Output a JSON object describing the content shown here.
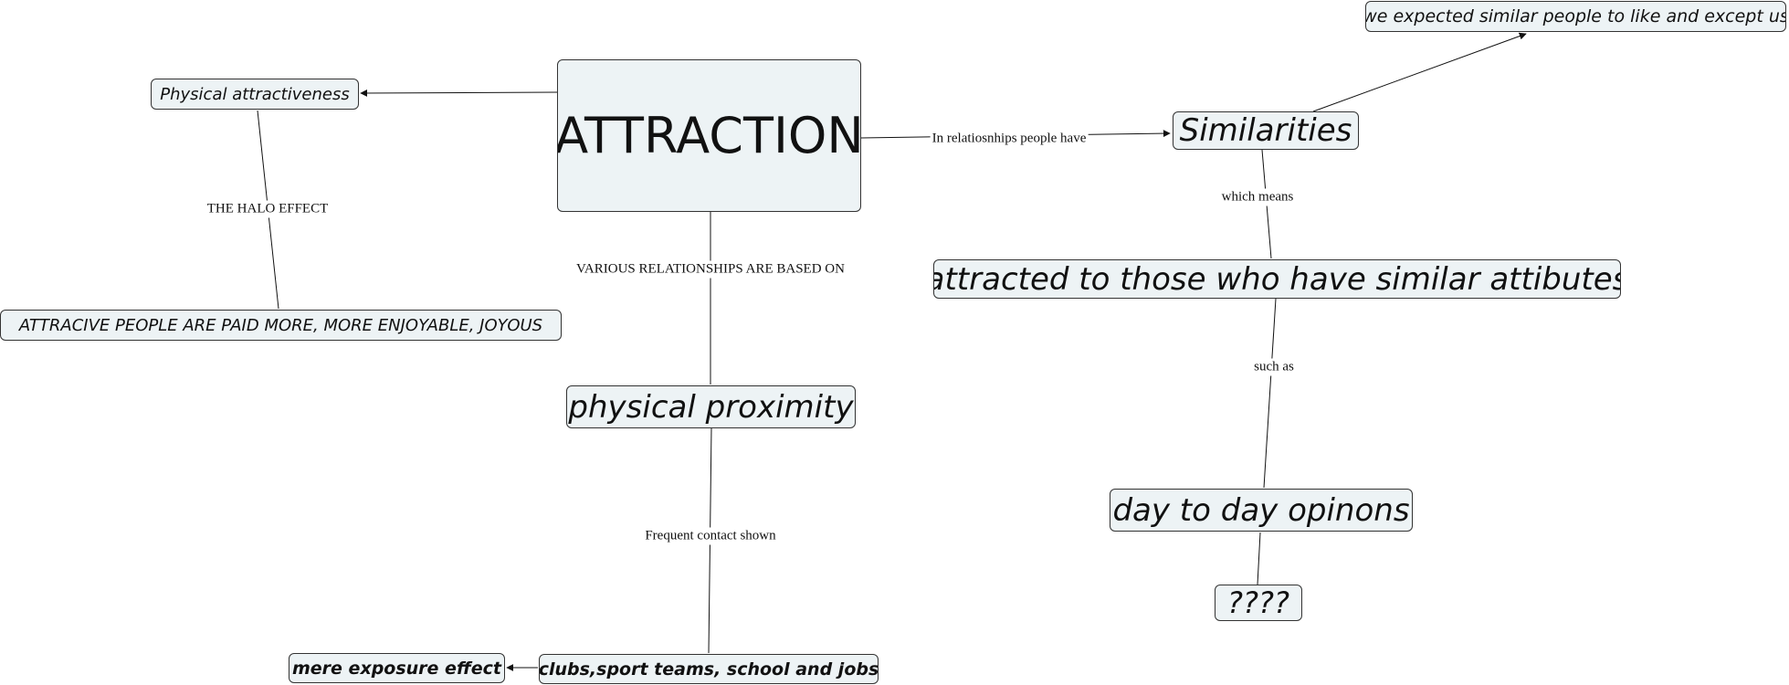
{
  "nodes": {
    "attraction": "ATTRACTION",
    "physical_attractiveness": "Physical attractiveness",
    "attractive_people": "ATTRACIVE PEOPLE ARE PAID MORE, MORE ENJOYABLE, JOYOUS",
    "similarities": "Similarities",
    "expected_similar": "we expected similar people to like and except us",
    "attracted_similar": "attracted to those who have similar attibutes",
    "day_to_day": "day to day opinons",
    "question": "????",
    "physical_proximity": "physical proximity",
    "clubs": "clubs,sport teams, school and jobs",
    "mere_exposure": "mere exposure effect"
  },
  "links": {
    "halo_effect": "THE HALO EFFECT",
    "various_relationships": "VARIOUS RELATIONSHIPS ARE BASED ON",
    "in_relationships": "In relatiosnhips people have",
    "which_means": "which means",
    "such_as": "such as",
    "frequent_contact": "Frequent contact shown"
  },
  "colors": {
    "node_fill": "#edf3f5",
    "node_border": "#333333",
    "line": "#111111"
  }
}
